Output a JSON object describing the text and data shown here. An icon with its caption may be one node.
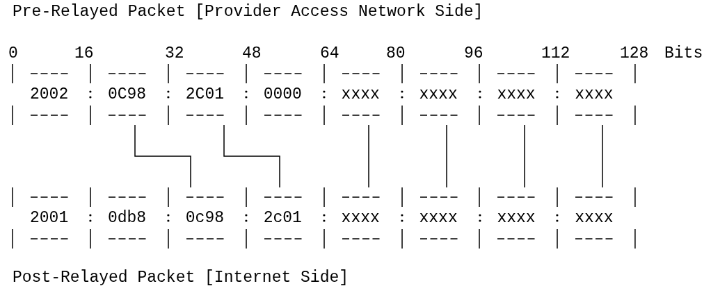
{
  "diagram": {
    "title": "Pre-Relayed Packet [Provider Access Network Side]",
    "caption": "Post-Relayed Packet [Internet Side]",
    "nodes": [
      {
        "text": [
          "2002"
        ]
      },
      {
        "text": [
          "0C98"
        ]
      },
      {
        "text": [
          "2C01"
        ]
      },
      {
        "text": [
          "0000"
        ]
      },
      {
        "text": [
          "xxxx"
        ]
      },
      {
        "text": [
          "xxxx"
        ]
      },
      {
        "text": [
          "xxxx"
        ]
      },
      {
        "text": [
          "xxxx"
        ]
      },
      {
        "text": [
          "2001"
        ]
      },
      {
        "text": [
          "0db8"
        ]
      },
      {
        "text": [
          "0c98"
        ]
      },
      {
        "text": [
          "2c01"
        ]
      },
      {
        "text": [
          "xxxx"
        ]
      },
      {
        "text": [
          "xxxx"
        ]
      },
      {
        "text": [
          "xxxx"
        ]
      },
      {
        "text": [
          "xxxx"
        ]
      }
    ],
    "edges": [
      {
        "from": 1,
        "to": 10,
        "arrow": "none"
      },
      {
        "from": 2,
        "to": 11,
        "arrow": "none"
      },
      {
        "from": 4,
        "to": 12,
        "arrow": "none"
      },
      {
        "from": 5,
        "to": 13,
        "arrow": "none"
      },
      {
        "from": 6,
        "to": 14,
        "arrow": "none"
      },
      {
        "from": 7,
        "to": 15,
        "arrow": "none"
      }
    ],
    "labels": [
      "0",
      "16",
      "32",
      "48",
      "64",
      "80",
      "96",
      "112",
      "128",
      "Bits"
    ]
  }
}
